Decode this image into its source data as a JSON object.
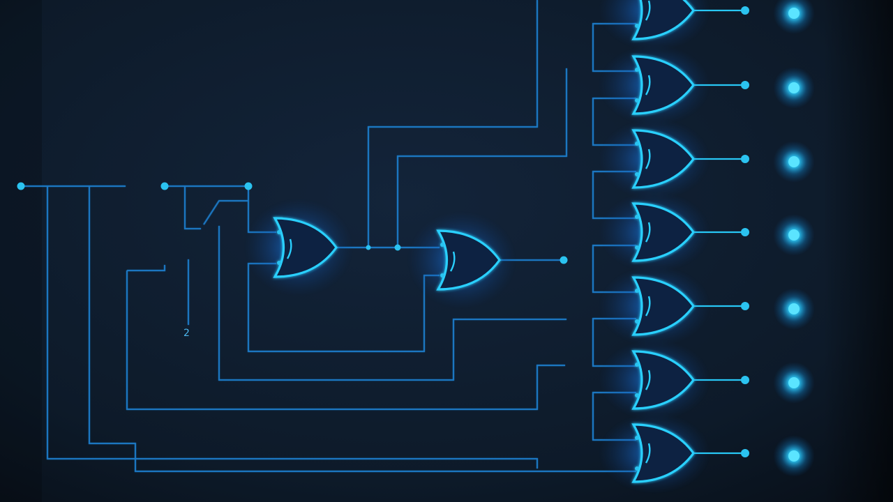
{
  "diagram": {
    "type": "logic-circuit",
    "stray_label": "2",
    "colors": {
      "background": "#0f1b2a",
      "wire": "#1e78c4",
      "gate_outline": "#2ad0ff",
      "glow": "#1a9bff",
      "led": "#2bc8ff"
    },
    "gate_icon": "or-gate-icon",
    "led_icon": "led-icon",
    "gate_count": 9,
    "output_led_count": 7
  }
}
